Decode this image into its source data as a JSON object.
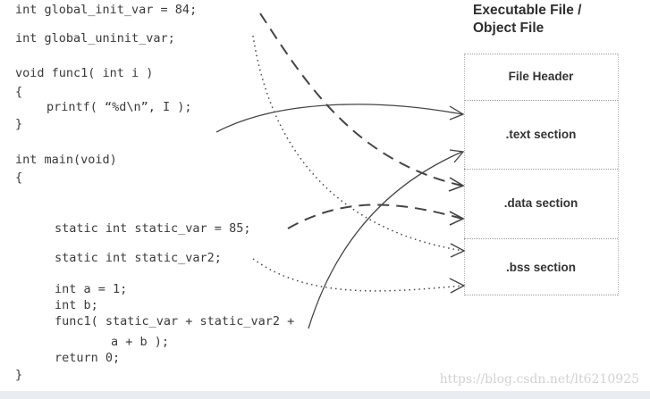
{
  "diagram_title": [
    "Executable File /",
    "Object File"
  ],
  "code_lines": [
    "int global_init_var = 84;",
    "int global_uninit_var;",
    "void func1( int i )",
    "{",
    "printf( “%d\\n”, I );",
    "}",
    "int main(void)",
    "{",
    "static int static_var = 85;",
    "static int static_var2;",
    "int a = 1;",
    "int b;",
    "func1( static_var + static_var2 +",
    "a + b );",
    "return 0;",
    "}"
  ],
  "sections": [
    {
      "label": "File Header"
    },
    {
      "label": ".text section"
    },
    {
      "label": ".data section"
    },
    {
      "label": ".bss section"
    }
  ],
  "arrows": [
    {
      "from": "int global_init_var = 84;",
      "to": ".data section",
      "style": "dashed"
    },
    {
      "from": "int global_uninit_var;",
      "to": ".bss section",
      "style": "dotted"
    },
    {
      "from": "void func1( int i )",
      "to": ".text section",
      "style": "solid"
    },
    {
      "from": "int main(void)",
      "to": ".text section",
      "style": "solid"
    },
    {
      "from": "static int static_var = 85;",
      "to": ".data section",
      "style": "dashed"
    },
    {
      "from": "static int static_var2;",
      "to": ".bss section",
      "style": "dotted"
    }
  ],
  "watermark": "https://blog.csdn.net/lt6210925",
  "colors": {
    "line": "#444444",
    "text": "#3a3a3a",
    "box_border": "#9a9a9a",
    "watermark": "#d2d2d2"
  }
}
